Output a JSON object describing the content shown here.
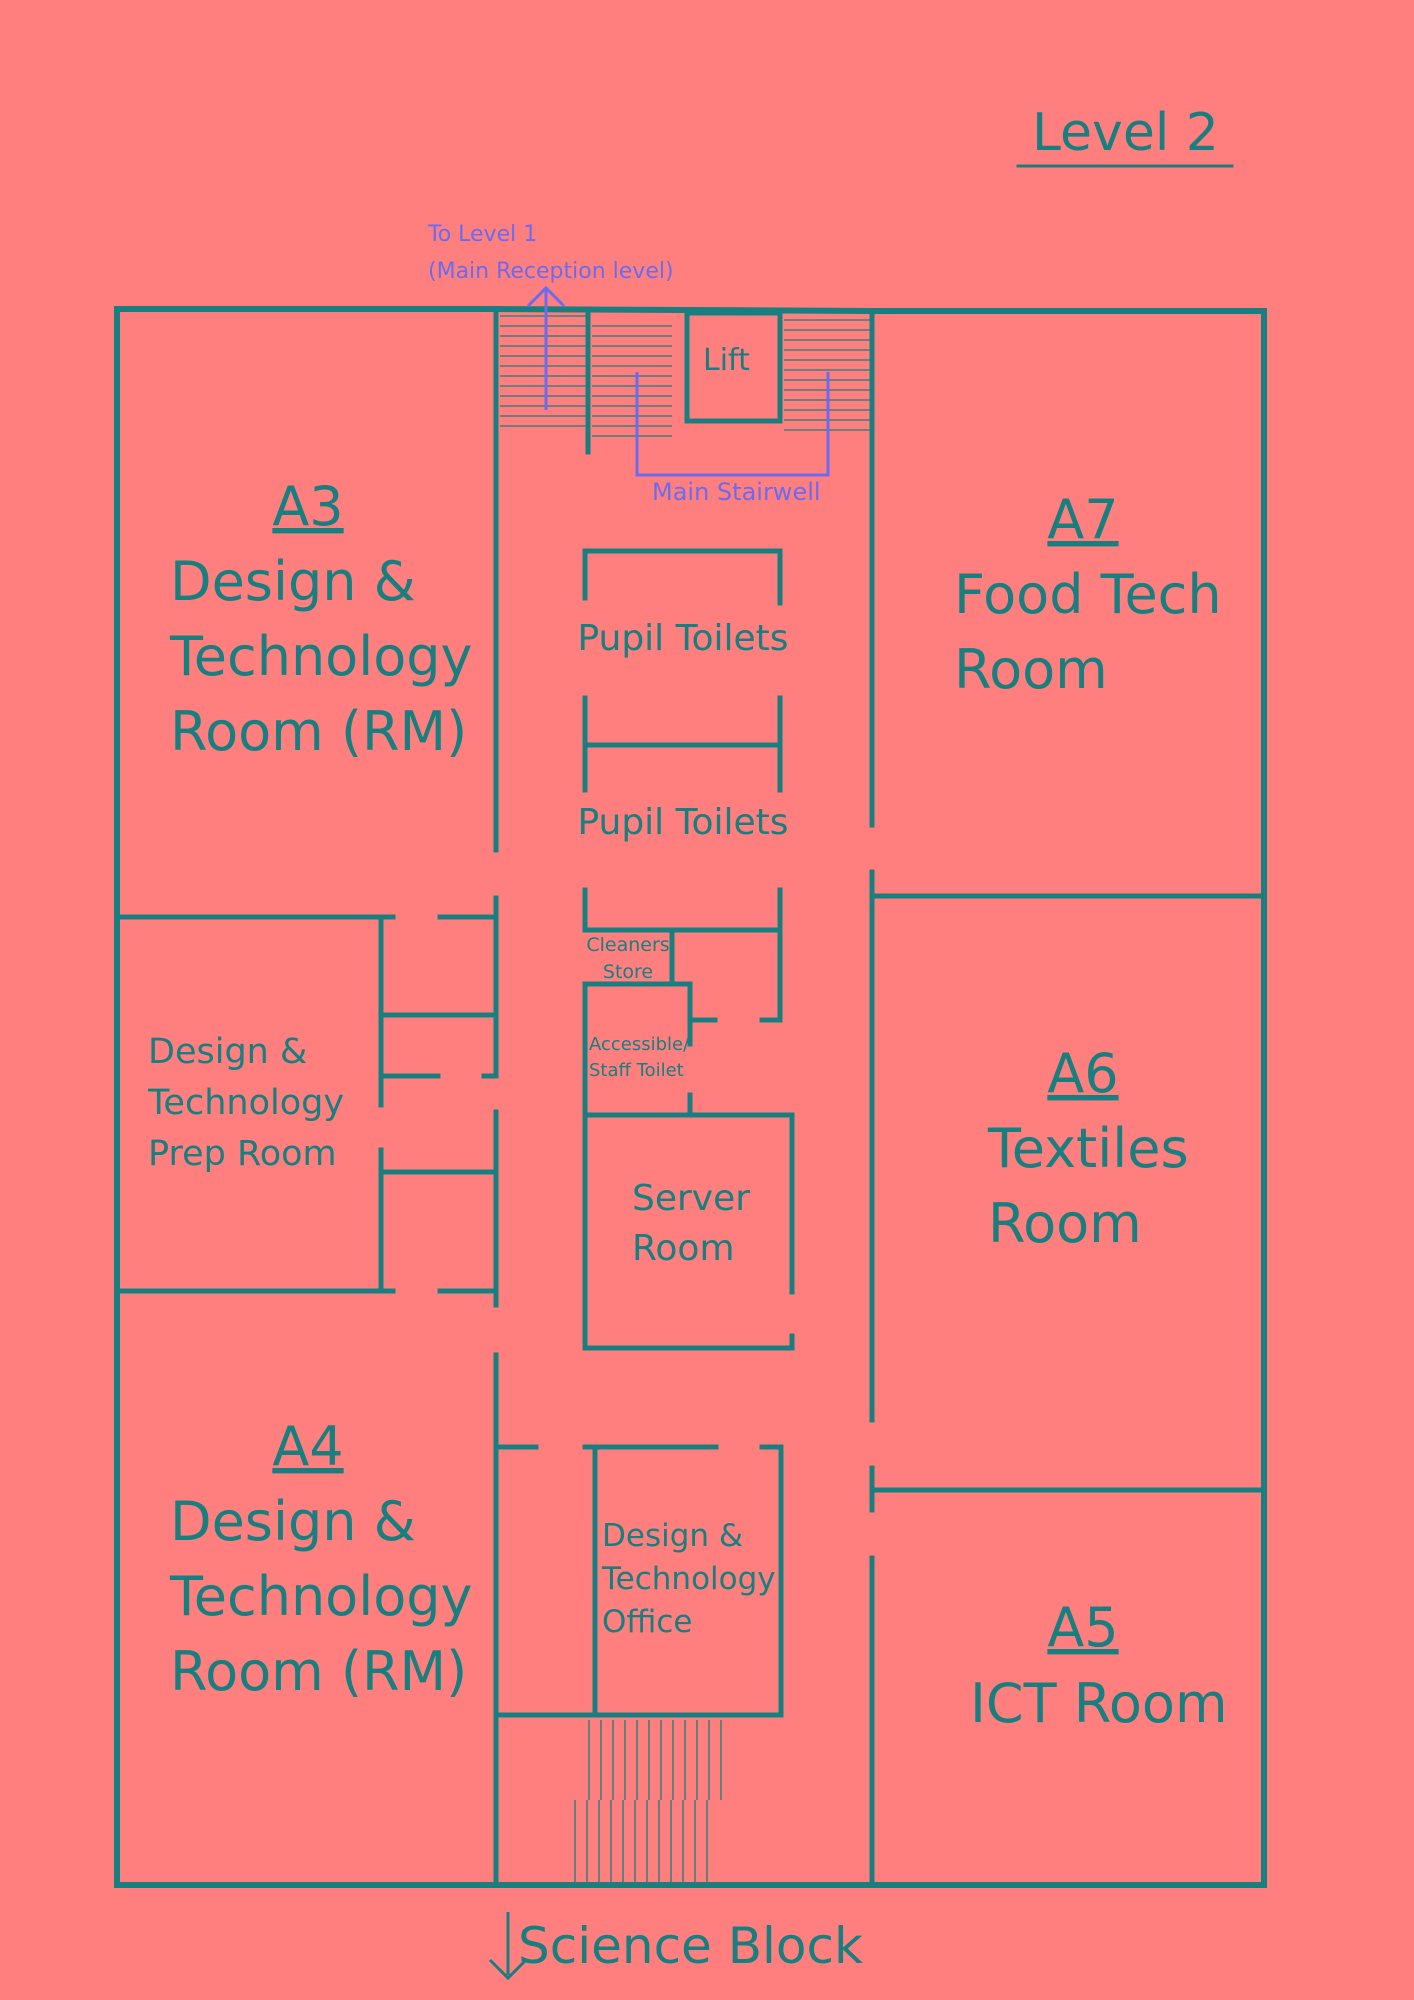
{
  "level_title": "Level 2",
  "stair_note": {
    "line1": "To Level 1",
    "line2": "(Main Reception level)",
    "stairwell": "Main Stairwell"
  },
  "lift": "Lift",
  "rooms": {
    "a3": {
      "code": "A3",
      "line1": "Design &",
      "line2": "Technology",
      "line3": "Room (RM)"
    },
    "a4": {
      "code": "A4",
      "line1": "Design &",
      "line2": "Technology",
      "line3": "Room (RM)"
    },
    "a5": {
      "code": "A5",
      "line1": "ICT Room"
    },
    "a6": {
      "code": "A6",
      "line1": "Textiles",
      "line2": "Room"
    },
    "a7": {
      "code": "A7",
      "line1": "Food Tech",
      "line2": "Room"
    },
    "prep": {
      "line1": "Design &",
      "line2": "Technology",
      "line3": "Prep Room"
    },
    "toilets_1": "Pupil Toilets",
    "toilets_2": "Pupil Toilets",
    "cleaners": {
      "line1": "Cleaners",
      "line2": "Store"
    },
    "accessible": {
      "line1": "Accessible/",
      "line2": "Staff Toilet"
    },
    "server": {
      "line1": "Server",
      "line2": "Room"
    },
    "office": {
      "line1": "Design &",
      "line2": "Technology",
      "line3": "Office"
    }
  },
  "exit_label": "Science Block",
  "colors": {
    "background": "#ff7f7f",
    "walls": "#177f7f",
    "annotation": "#6b6bef"
  }
}
